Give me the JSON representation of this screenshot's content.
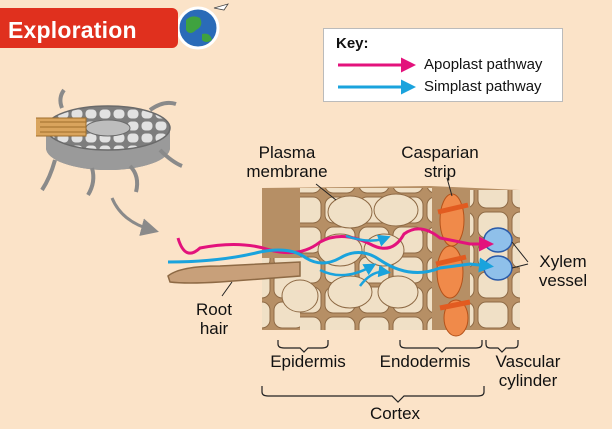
{
  "banner": {
    "title": "Exploration"
  },
  "key": {
    "title": "Key:",
    "items": [
      {
        "label": "Apoplast pathway",
        "color": "#e3127c"
      },
      {
        "label": "Simplast pathway",
        "color": "#1aa3dd"
      }
    ]
  },
  "labels": {
    "plasma_membrane": [
      "Plasma",
      "membrane"
    ],
    "casparian_strip": [
      "Casparian",
      "strip"
    ],
    "xylem_vessel": [
      "Xylem",
      "vessel"
    ],
    "root_hair": [
      "Root",
      "hair"
    ],
    "epidermis": "Epidermis",
    "endodermis": "Endodermis",
    "vascular_cylinder": [
      "Vascular",
      "cylinder"
    ],
    "cortex": "Cortex"
  },
  "colors": {
    "background": "#fbe3c8",
    "banner": "#e0301e",
    "apoplast": "#e3127c",
    "simplast": "#1aa3dd",
    "tissue": "#c9a77e",
    "cell": "#f0e0c6",
    "casparian": "#f08a4a",
    "xylem": "#8fc0ea"
  }
}
